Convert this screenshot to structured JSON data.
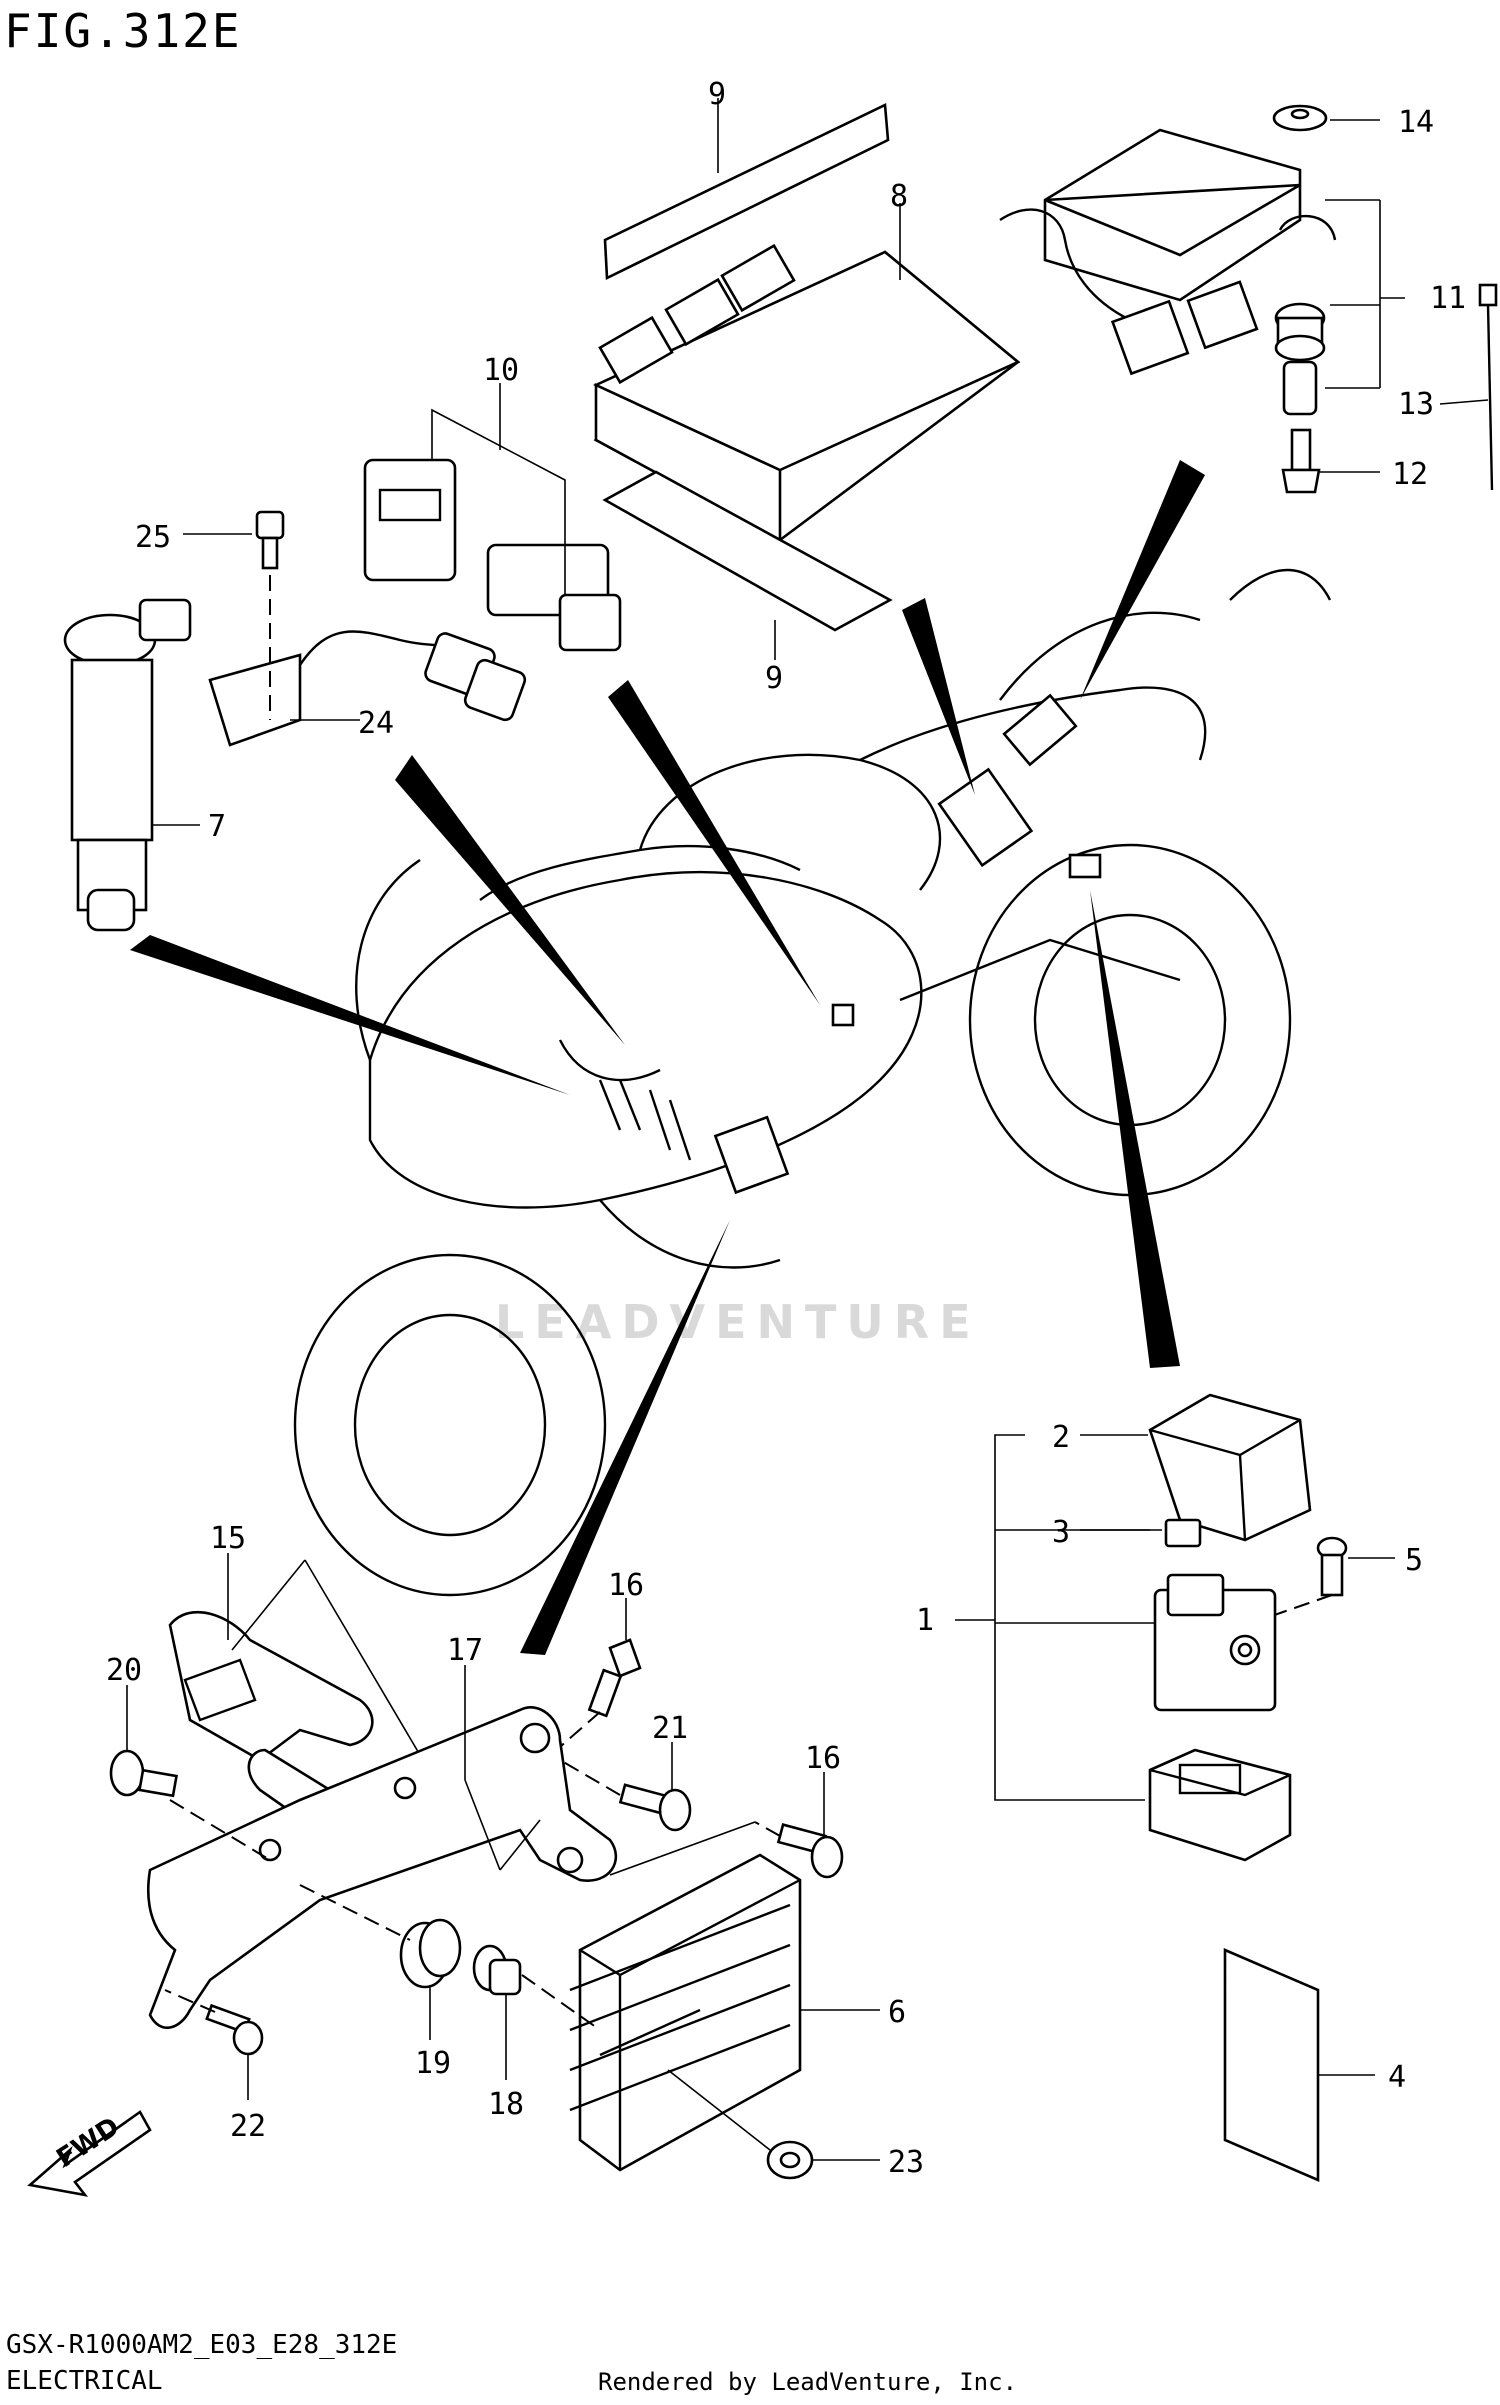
{
  "figure_title": "FIG.312E",
  "footer": {
    "model_code": "GSX-R1000AM2_E03_E28_312E",
    "section_title": "ELECTRICAL",
    "credit": "Rendered by LeadVenture, Inc."
  },
  "watermark": "LEADVENTURE",
  "fwd_label": "FWD",
  "callouts": [
    "9",
    "8",
    "14",
    "11",
    "13",
    "12",
    "10",
    "25",
    "24",
    "7",
    "9",
    "2",
    "3",
    "5",
    "1",
    "15",
    "16",
    "17",
    "20",
    "21",
    "16",
    "6",
    "4",
    "19",
    "18",
    "22",
    "23"
  ]
}
